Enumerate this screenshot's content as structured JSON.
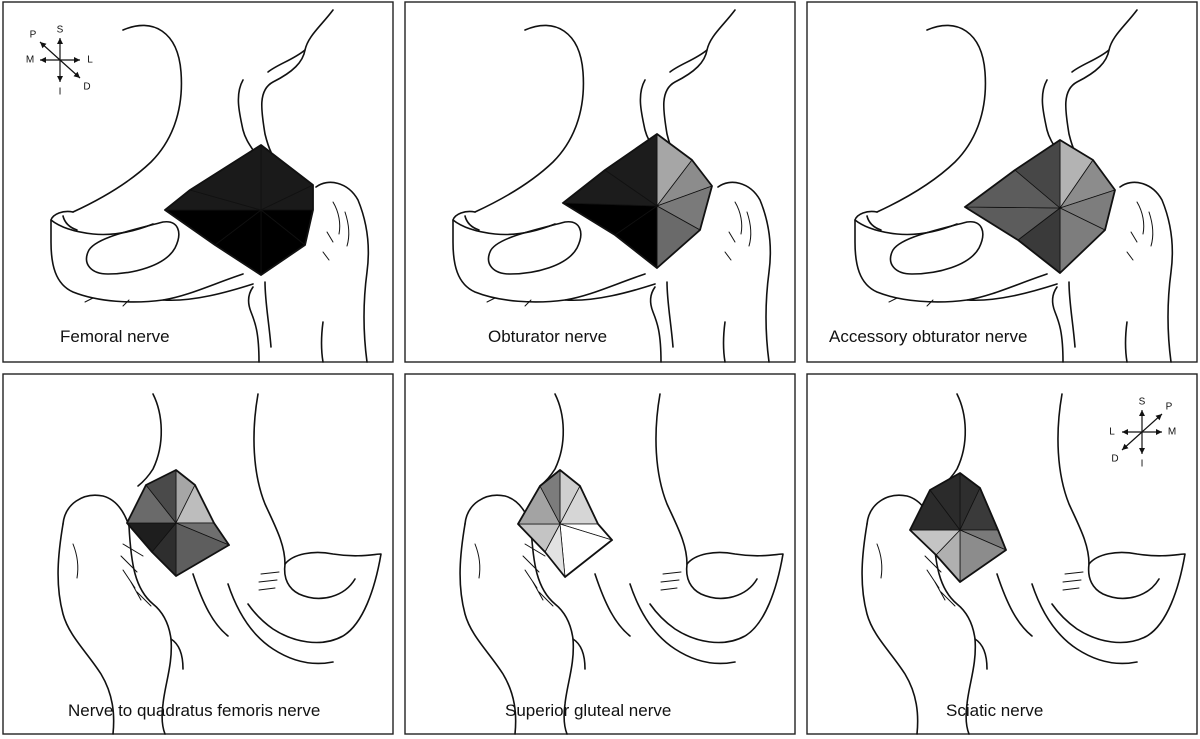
{
  "panels": [
    {
      "label": "Femoral nerve",
      "view": "anterior",
      "compass": true,
      "sector_colors": [
        "#1a1a1a",
        "#1a1a1a",
        "#000000",
        "#000000",
        "#000000",
        "#000000",
        "#1a1a1a",
        "#1a1a1a"
      ]
    },
    {
      "label": "Obturator nerve",
      "view": "anterior",
      "compass": false,
      "sector_colors": [
        "#a6a6a6",
        "#8c8c8c",
        "#7a7a7a",
        "#6a6a6a",
        "#000000",
        "#000000",
        "#1c1c1c",
        "#1c1c1c"
      ]
    },
    {
      "label": "Accessory obturator nerve",
      "view": "anterior",
      "compass": false,
      "sector_colors": [
        "#b3b3b3",
        "#8c8c8c",
        "#7d7d7d",
        "#7d7d7d",
        "#3a3a3a",
        "#5c5c5c",
        "#5c5c5c",
        "#474747"
      ]
    },
    {
      "label": "Nerve to quadratus femoris nerve",
      "view": "posterior",
      "compass": false,
      "sector_colors": [
        "#a6a6a6",
        "#bdbdbd",
        "#6f6f6f",
        "#5e5e5e",
        "#2e2e2e",
        "#1e1e1e",
        "#6a6a6a",
        "#4a4a4a"
      ]
    },
    {
      "label": "Superior gluteal nerve",
      "view": "posterior",
      "compass": false,
      "sector_colors": [
        "#cfcfcf",
        "#d6d6d6",
        "#ffffff",
        "#ffffff",
        "#e2e2e2",
        "#c4c4c4",
        "#a3a3a3",
        "#7c7c7c"
      ]
    },
    {
      "label": "Sciatic nerve",
      "view": "posterior",
      "compass": true,
      "sector_colors": [
        "#2e2e2e",
        "#3a3a3a",
        "#7a7a7a",
        "#8c8c8c",
        "#b0b0b0",
        "#c4c4c4",
        "#2b2b2b",
        "#2b2b2b"
      ]
    }
  ],
  "compass_anterior": {
    "s": "S",
    "i": "I",
    "m": "M",
    "l": "L",
    "p": "P",
    "d": "D"
  },
  "compass_posterior": {
    "s": "S",
    "i": "I",
    "m": "M",
    "l": "L",
    "p": "P",
    "d": "D"
  }
}
